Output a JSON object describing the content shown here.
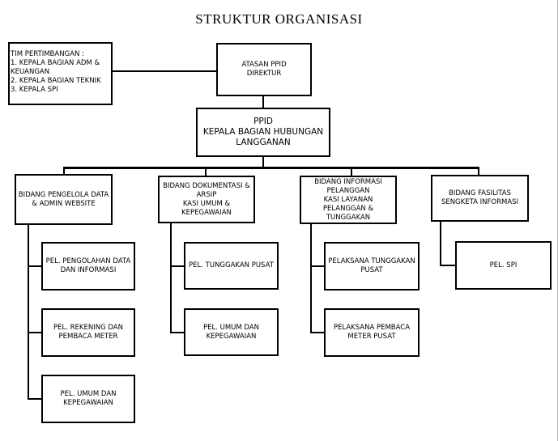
{
  "page": {
    "title": "STRUKTUR ORGANISASI"
  },
  "advisory": {
    "heading": "TIM PERTIMBANGAN  :",
    "items": [
      "1. KEPALA BAGIAN ADM &\nKEUANGAN",
      "2. KEPALA BAGIAN TEKNIK",
      "3. KEPALA SPI"
    ]
  },
  "top": {
    "line1": "ATASAN PPID",
    "line2": "DIREKTUR"
  },
  "ppid": {
    "line1": "PPID",
    "line2": "KEPALA BAGIAN HUBUNGAN\nLANGGANAN"
  },
  "departments": [
    {
      "label": "BIDANG PENGELOLA DATA\n& ADMIN WEBSITE",
      "units": [
        "PEL. PENGOLAHAN DATA\nDAN INFORMASI",
        "PEL. REKENING DAN\nPEMBACA METER",
        "PEL. UMUM DAN\nKEPEGAWAIAN"
      ]
    },
    {
      "label": "BIDANG DOKUMENTASI &\nARSIP\nKASI UMUM &\nKEPEGAWAIAN",
      "units": [
        "PEL. TUNGGAKAN PUSAT",
        "PEL. UMUM DAN\nKEPEGAWAIAN"
      ]
    },
    {
      "label": "BIDANG INFORMASI\nPELANGGAN\nKASI LAYANAN\nPELANGGAN &\nTUNGGAKAN",
      "units": [
        "PELAKSANA TUNGGAKAN\nPUSAT",
        "PELAKSANA PEMBACA\nMETER PUSAT"
      ]
    },
    {
      "label": "BIDANG FASILITAS\nSENGKETA INFORMASI",
      "units": [
        "PEL. SPI"
      ]
    }
  ]
}
